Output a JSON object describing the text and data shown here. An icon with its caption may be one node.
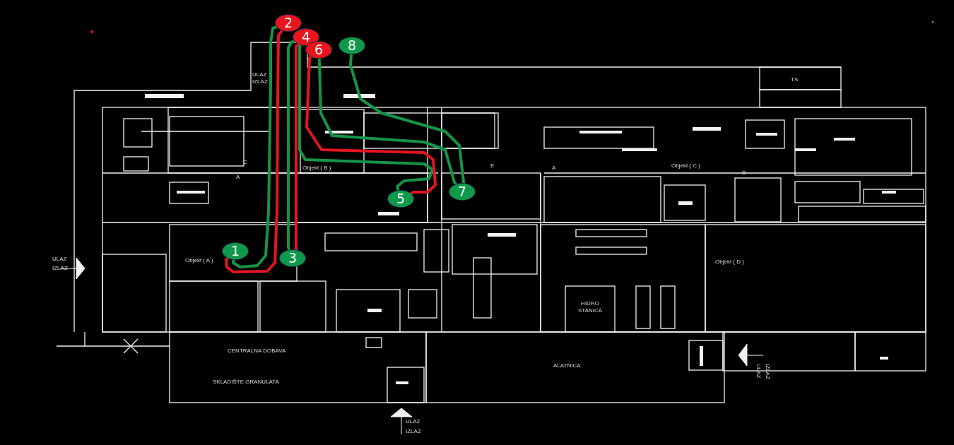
{
  "diagram": {
    "nodes": [
      {
        "text": [
          "1"
        ]
      },
      {
        "text": [
          "2"
        ]
      },
      {
        "text": [
          "3"
        ]
      },
      {
        "text": [
          "4"
        ]
      },
      {
        "text": [
          "5"
        ]
      },
      {
        "text": [
          "6"
        ]
      },
      {
        "text": [
          "7"
        ]
      },
      {
        "text": [
          "8"
        ]
      }
    ],
    "edges": [
      {
        "from": 1,
        "to": 0,
        "arrow": "none"
      },
      {
        "from": 1,
        "to": 0,
        "arrow": "none",
        "color": "#e3161f"
      },
      {
        "from": 3,
        "to": 2,
        "arrow": "none"
      },
      {
        "from": 3,
        "to": 2,
        "arrow": "none",
        "color": "#e3161f"
      },
      {
        "from": 3,
        "to": 4,
        "arrow": "none"
      },
      {
        "from": 5,
        "to": 4,
        "arrow": "none",
        "color": "#e3161f"
      },
      {
        "from": 5,
        "to": 6,
        "arrow": "none"
      },
      {
        "from": 7,
        "to": 6,
        "arrow": "none"
      }
    ],
    "labels": [
      "ULAZ",
      "IZLAZ",
      "TS",
      "C",
      "A",
      "Objekt ( B )",
      "E",
      "A",
      "Objekt ( C )",
      "B",
      "ULAZ",
      "IZLAZ",
      "Objekt ( A )",
      "Objekt ( D )",
      "HIDRO STANICA",
      "CENTRALNA DOBAVA",
      "ULAZ",
      "IZLAZ",
      "ALATNICA",
      "SKLADIŠTE GRANULATA",
      "ULAZ",
      "IZLAZ"
    ]
  }
}
